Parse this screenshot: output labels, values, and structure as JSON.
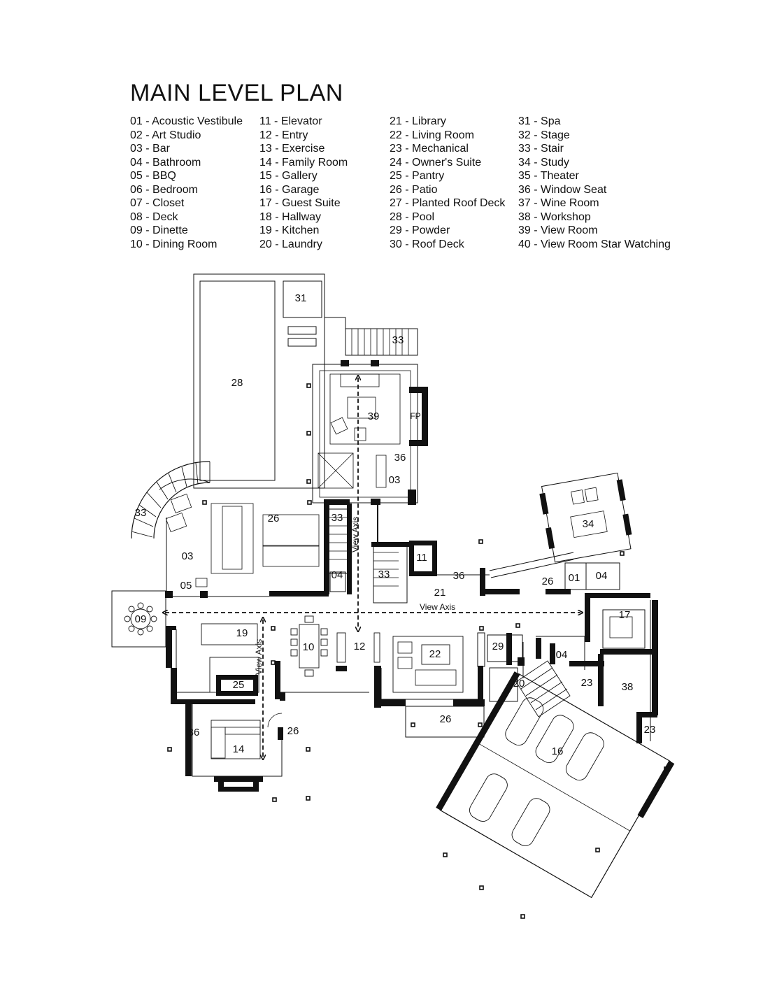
{
  "title": "MAIN LEVEL PLAN",
  "legend": {
    "col1": [
      "01 - Acoustic Vestibule",
      "02 - Art Studio",
      "03 - Bar",
      "04 - Bathroom",
      "05 - BBQ",
      "06 - Bedroom",
      "07 - Closet",
      "08 - Deck",
      "09 - Dinette",
      "10 - Dining Room"
    ],
    "col2": [
      "11 - Elevator",
      "12 - Entry",
      "13 - Exercise",
      "14 - Family Room",
      "15 - Gallery",
      "16 - Garage",
      "17 - Guest Suite",
      "18 - Hallway",
      "19 - Kitchen",
      "20 - Laundry"
    ],
    "col3": [
      "21 - Library",
      "22 - Living Room",
      "23 - Mechanical",
      "24 - Owner's Suite",
      "25 - Pantry",
      "26 - Patio",
      "27 - Planted Roof Deck",
      "28 - Pool",
      "29 - Powder",
      "30 - Roof Deck"
    ],
    "col4": [
      "31 - Spa",
      "32 - Stage",
      "33 - Stair",
      "34 - Study",
      "35 - Theater",
      "36 - Window Seat",
      "37 - Wine Room",
      "38 - Workshop",
      "39 - View Room",
      "40 - View Room Star Watching"
    ]
  },
  "plan": {
    "room_labels": {
      "r31": "31",
      "r33a": "33",
      "r28": "28",
      "r39": "39",
      "fp": "FP",
      "r36a": "36",
      "r03a": "03",
      "r33b": "33",
      "r26a": "26",
      "r33c": "33",
      "r03b": "03",
      "r04a": "04",
      "r05": "05",
      "r33d": "33",
      "r11": "11",
      "r36b": "36",
      "r21": "21",
      "r26b": "26",
      "r01": "01",
      "r04b": "04",
      "r34": "34",
      "r09": "09",
      "r19": "19",
      "r10": "10",
      "r12": "12",
      "r22": "22",
      "r29": "29",
      "r04c": "04",
      "r17": "17",
      "r25": "25",
      "r20": "20",
      "r23a": "23",
      "r38": "38",
      "r26c": "26",
      "r36c": "36",
      "r14": "14",
      "r26d": "26",
      "r16": "16",
      "r23b": "23"
    },
    "axis_labels": {
      "vertical_a": "View Axis",
      "horizontal": "View Axis",
      "vertical_b": "View Axis"
    }
  }
}
